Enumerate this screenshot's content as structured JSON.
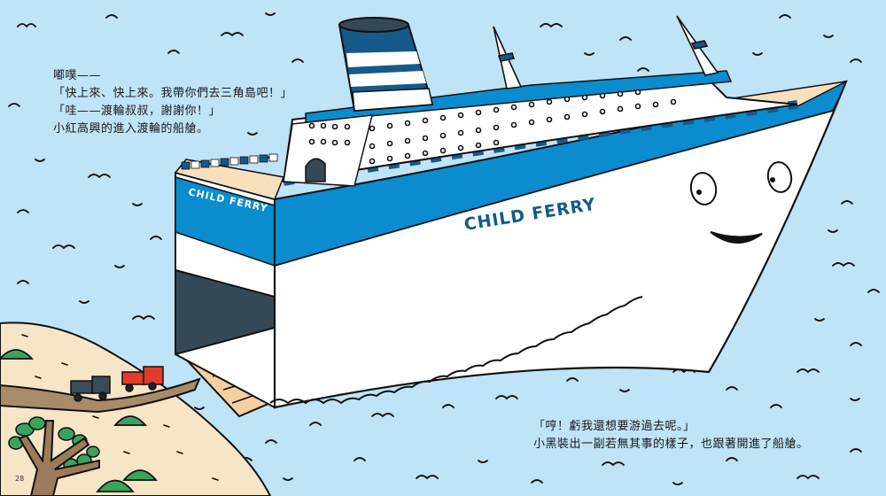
{
  "page": {
    "number": "28",
    "background_color": "#bfe3f7"
  },
  "story": {
    "top_lines": [
      "嘟噗——",
      "「快上來、快上來。我帶你們去三角島吧！」",
      "「哇——渡輪叔叔，謝謝你！」",
      "小紅高興的進入渡輪的船艙。"
    ],
    "bottom_lines": [
      "「哼！虧我還想要游過去呢。」",
      "小黑裝出一副若無其事的樣子，也跟著開進了船艙。"
    ]
  },
  "ship": {
    "name_stern": "CHILD FERRY",
    "name_side": "CHILD FERRY",
    "colors": {
      "hull": "#ffffff",
      "band": "#0a8ccf",
      "dark_blue": "#155a8a",
      "deck_cream": "#f8dfbe",
      "cargo_dark": "#344955",
      "ramp": "#f6cfa0"
    }
  },
  "scene": {
    "colors": {
      "sea": "#bfe3f7",
      "land": "#f7e5c8",
      "road": "#a88b68",
      "bush": "#3aa35c",
      "tree_trunk": "#9b7b5b",
      "red_truck": "#e33b2b",
      "black_truck": "#3b4a55"
    }
  }
}
